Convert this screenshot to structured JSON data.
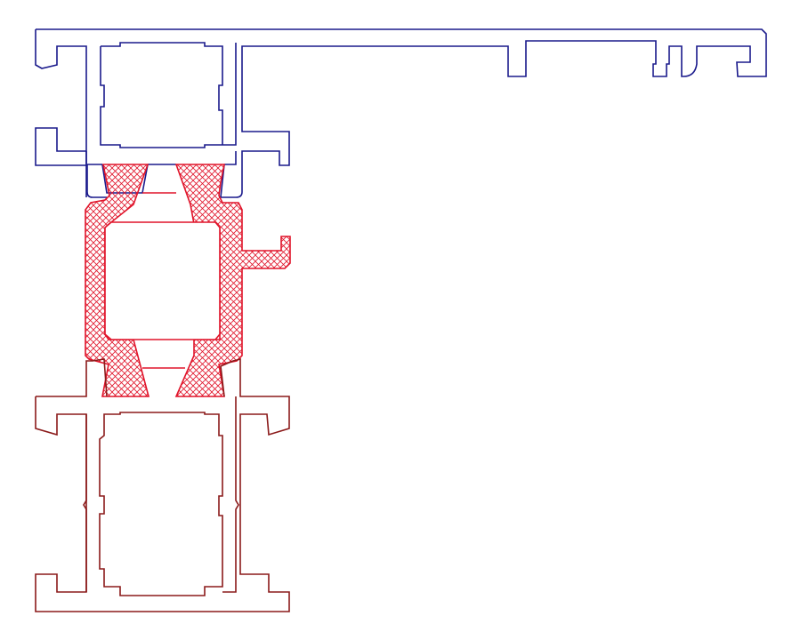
{
  "drawing": {
    "kind": "aluminium window profile cross-section",
    "parts": [
      {
        "id": "frame",
        "color": "#1a1a8c"
      },
      {
        "id": "thermal-break",
        "color": "#e0142a",
        "fill": "hatched"
      },
      {
        "id": "sash",
        "color": "#8b1a1a"
      }
    ]
  },
  "colors": {
    "frame": "#1a1a8c",
    "thermal_break": "#e0142a",
    "sash": "#8b1a1a",
    "background": "#ffffff"
  }
}
